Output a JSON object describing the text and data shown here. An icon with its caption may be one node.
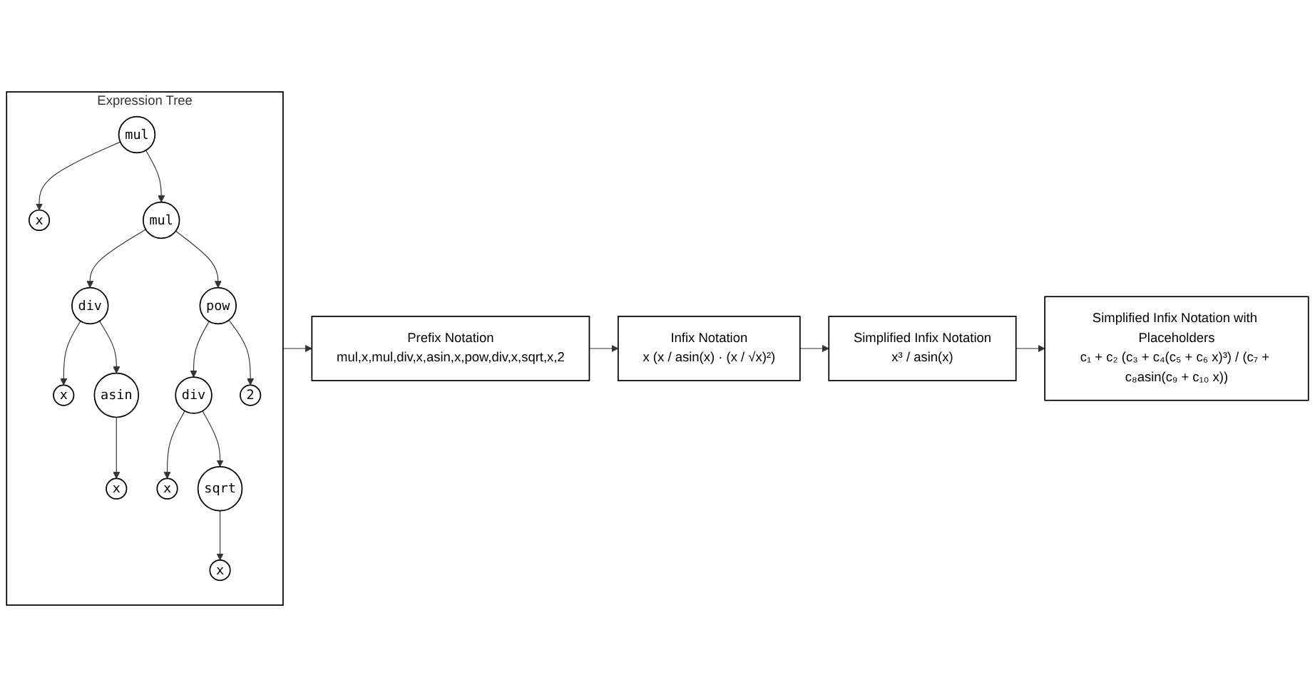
{
  "diagram": {
    "nodes": [
      {
        "text": [
          "Expression Tree"
        ]
      },
      {
        "text": [
          "mul"
        ],
        "in": 0
      },
      {
        "text": [
          "x"
        ],
        "in": 0
      },
      {
        "text": [
          "mul"
        ],
        "in": 0
      },
      {
        "text": [
          "div"
        ],
        "in": 0
      },
      {
        "text": [
          "pow"
        ],
        "in": 0
      },
      {
        "text": [
          "x"
        ],
        "in": 0
      },
      {
        "text": [
          "asin"
        ],
        "in": 0
      },
      {
        "text": [
          "div"
        ],
        "in": 0
      },
      {
        "text": [
          "2"
        ],
        "in": 0
      },
      {
        "text": [
          "x"
        ],
        "in": 0
      },
      {
        "text": [
          "x"
        ],
        "in": 0
      },
      {
        "text": [
          "sqrt"
        ],
        "in": 0
      },
      {
        "text": [
          "x"
        ],
        "in": 0
      },
      {
        "text": [
          "Prefix Notation",
          "mul,x,mul,div,x,asin,x,pow,div,x,sqrt,x,2"
        ]
      },
      {
        "text": [
          "Infix Notation",
          "x (x / asin(x) · (x / √x)²)"
        ]
      },
      {
        "text": [
          "Simplified Infix Notation",
          "x³ / asin(x)"
        ]
      },
      {
        "text": [
          "Simplified Infix Notation with Placeholders",
          "c₁ + c₂ (c₃ + c₄(c₅ + c₆ x)³) / (c₇ + c₈asin(c₉ + c₁₀ x))"
        ]
      }
    ],
    "edges": [
      {
        "from": 1,
        "to": 2,
        "arrow": "to"
      },
      {
        "from": 1,
        "to": 3,
        "arrow": "to"
      },
      {
        "from": 3,
        "to": 4,
        "arrow": "to"
      },
      {
        "from": 3,
        "to": 5,
        "arrow": "to"
      },
      {
        "from": 4,
        "to": 6,
        "arrow": "to"
      },
      {
        "from": 4,
        "to": 7,
        "arrow": "to"
      },
      {
        "from": 5,
        "to": 8,
        "arrow": "to"
      },
      {
        "from": 5,
        "to": 9,
        "arrow": "to"
      },
      {
        "from": 7,
        "to": 10,
        "arrow": "to"
      },
      {
        "from": 8,
        "to": 11,
        "arrow": "to"
      },
      {
        "from": 8,
        "to": 12,
        "arrow": "to"
      },
      {
        "from": 12,
        "to": 13,
        "arrow": "to"
      },
      {
        "from": 0,
        "to": 14,
        "arrow": "to"
      },
      {
        "from": 14,
        "to": 15,
        "arrow": "to"
      },
      {
        "from": 15,
        "to": 16,
        "arrow": "to"
      },
      {
        "from": 16,
        "to": 17,
        "arrow": "to"
      }
    ]
  }
}
